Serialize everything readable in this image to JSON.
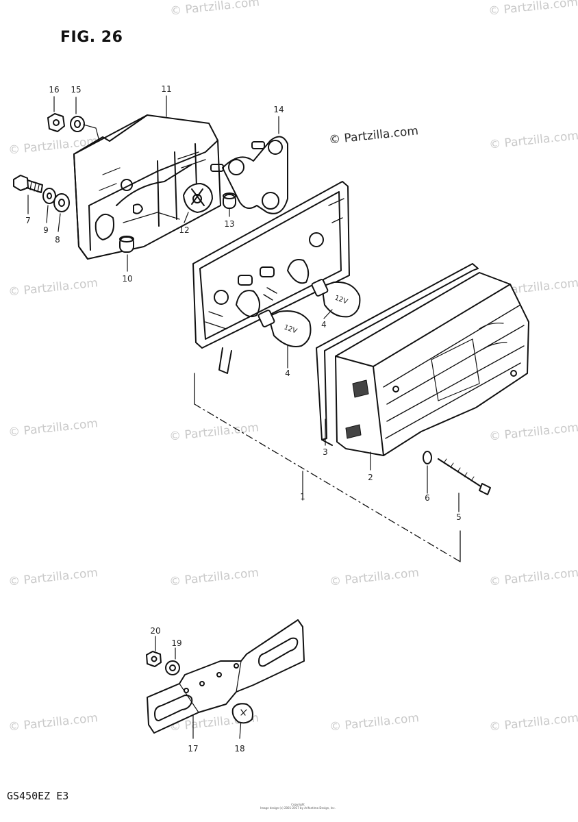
{
  "figure_title": "FIG. 26",
  "model_code": "GS450EZ E3",
  "watermark_text": "© Partzilla.com",
  "copyright_line1": "Copyright",
  "copyright_line2": "Image design (c) 2001-2017 by Arifantima Design, Inc.",
  "callouts": {
    "c1": "1",
    "c2": "2",
    "c3": "3",
    "c4a": "4",
    "c4b": "4",
    "c5": "5",
    "c6": "6",
    "c7": "7",
    "c8": "8",
    "c9": "9",
    "c10": "10",
    "c11": "11",
    "c12": "12",
    "c13": "13",
    "c14": "14",
    "c15": "15",
    "c16": "16",
    "c17": "17",
    "c18": "18",
    "c19": "19",
    "c20": "20"
  },
  "bulb_label_a": "12V",
  "bulb_label_b": "12V"
}
